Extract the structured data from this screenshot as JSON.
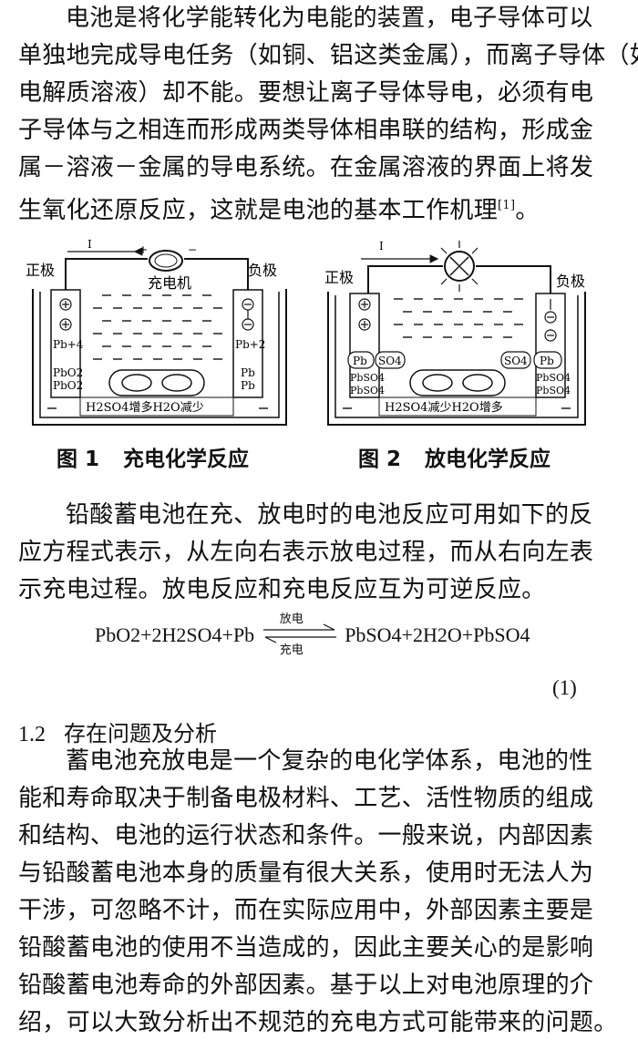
{
  "paragraph1": {
    "lines": [
      "电池是将化学能转化为电能的装置，电子导体可以",
      "单独地完成导电任务（如铜、铝这类金属），而离子导体（如",
      "电解质溶液）却不能。要想让离子导体导电，必须有电",
      "子导体与之相连而形成两类导体相串联的结构，形成金",
      "属－溶液－金属的导电系统。在金属溶液的界面上将发",
      "生氧化还原反应，这就是电池的基本工作机理"
    ],
    "citation": "[1]",
    "end": "。"
  },
  "figure1": {
    "caption_num": "图 1",
    "caption_text": "充电化学反应",
    "current": "I",
    "plus": "+",
    "minus": "−",
    "pos_label": "正极",
    "neg_label": "负极",
    "charger": "充电机",
    "left_ion": "Pb+4",
    "right_ion": "Pb+2",
    "left_mat1": "PbO2",
    "left_mat2": "PbO2",
    "right_mat1": "Pb",
    "right_mat2": "Pb",
    "bottom": "H2SO4增多H2O减少"
  },
  "figure2": {
    "caption_num": "图 2",
    "caption_text": "放电化学反应",
    "current": "I",
    "pos_label": "正极",
    "neg_label": "负极",
    "left_box1": "Pb",
    "left_box2": "SO4",
    "right_box1": "SO4",
    "right_box2": "Pb",
    "left_mat1": "PbSO4",
    "left_mat2": "PbSO4",
    "right_mat1": "PbSO4",
    "right_mat2": "PbSO4",
    "bottom": "H2SO4减少H2O增多"
  },
  "paragraph2": {
    "lines": [
      "铅酸蓄电池在充、放电时的电池反应可用如下的反",
      "应方程式表示，从左向右表示放电过程，而从右向左表",
      "示充电过程。放电反应和充电反应互为可逆反应。"
    ]
  },
  "equation": {
    "left": "PbO2+2H2SO4+Pb",
    "arrow_top": "放电",
    "arrow_bottom": "充电",
    "right": "PbSO4+2H2O+PbSO4",
    "number": "(1)"
  },
  "section": {
    "number": "1.2",
    "title": "存在问题及分析"
  },
  "paragraph3": {
    "lines": [
      "蓄电池充放电是一个复杂的电化学体系，电池的性",
      "能和寿命取决于制备电极材料、工艺、活性物质的组成",
      "和结构、电池的运行状态和条件。一般来说，内部因素",
      "与铅酸蓄电池本身的质量有很大关系，使用时无法人为",
      "干涉，可忽略不计，而在实际应用中，外部因素主要是",
      "铅酸蓄电池的使用不当造成的，因此主要关心的是影响",
      "铅酸蓄电池寿命的外部因素。基于以上对电池原理的介",
      "绍，可以大致分析出不规范的充电方式可能带来的问题。"
    ]
  }
}
